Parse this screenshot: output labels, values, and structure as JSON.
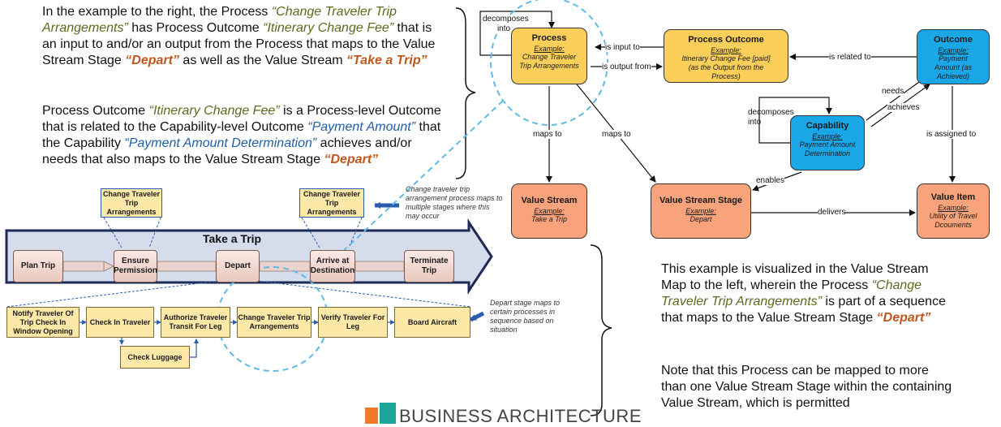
{
  "left_text": {
    "p1": [
      "In the example to the right, the Process ",
      "“Change Traveler Trip Arrangements”",
      " has Process Outcome ",
      "“Itinerary Change Fee”",
      " that is an input to and/or an output from the Process that maps to the Value Stream Stage ",
      "“Depart”",
      " as well as the Value Stream ",
      "“Take a Trip”"
    ],
    "p2": [
      "Process Outcome ",
      "“Itinerary Change Fee”",
      " is a Process-level Outcome that is related to the Capability-level Outcome ",
      "“Payment Amount”",
      " that the Capability ",
      "“Payment Amount Determination”",
      " achieves and/or needs that also maps to the Value Stream Stage ",
      "“Depart”"
    ]
  },
  "right_text": {
    "p1": [
      "This example is visualized in the Value Stream Map to the left, wherein the Process ",
      "“Change Traveler Trip Arrangements”",
      " is part of a sequence that maps to the Value Stream Stage ",
      "“Depart”"
    ],
    "p2": "Note that this Process can be mapped to more than one Value Stream Stage within the containing Value Stream, which is permitted"
  },
  "nodes": {
    "process": {
      "title": "Process",
      "example": "Example:",
      "value": "Change Traveler Trip Arrangements"
    },
    "process_outcome": {
      "title": "Process Outcome",
      "example": "Example:",
      "value": "Itinerary Change Fee [paid] (as the Output from the Process)"
    },
    "outcome": {
      "title": "Outcome",
      "example": "Example:",
      "value": "Payment Amount (as Achieved)"
    },
    "capability": {
      "title": "Capability",
      "example": "Example:",
      "value": "Payment Amount Determination"
    },
    "value_stream": {
      "title": "Value Stream",
      "example": "Example:",
      "value": "Take a Trip"
    },
    "value_stream_stage": {
      "title": "Value Stream Stage",
      "example": "Example:",
      "value": "Depart"
    },
    "value_item": {
      "title": "Value Item",
      "example": "Example:",
      "value": "Utility of Travel Dcouments"
    }
  },
  "edges": {
    "decomposes_into_1": "decomposes into",
    "is_input_to": "is input to",
    "is_output_from": "is output from",
    "is_related_to": "is related to",
    "needs": "needs",
    "achieves": "achieves",
    "decomposes_into_2": "decomposes into",
    "maps_to_1": "maps to",
    "maps_to_2": "maps to",
    "is_assigned_to": "is assigned to",
    "enables": "enables",
    "delivers": "delivers"
  },
  "vsm": {
    "title": "Take a Trip",
    "stages": [
      "Plan Trip",
      "Ensure Permission",
      "Depart",
      "Arrive at Destination",
      "Terminate Trip"
    ],
    "top_callouts": [
      "Change Traveler Trip Arrangements",
      "Change Traveler Trip Arrangements"
    ],
    "note_top": "Change traveler trip arrangement process maps to multiple stages where this may occur",
    "processes": [
      "Notify Traveler Of Trip Check In Window Opening",
      "Check In Traveler",
      "Authorize Traveler Transit For Leg",
      "Change Traveler Trip Arrangements",
      "Verify Traveler For Leg",
      "Board Aircraft"
    ],
    "check_luggage": "Check Luggage",
    "note_bottom": "Depart stage maps to certain processes in sequence based on situation"
  },
  "brand": {
    "name": "BUSINESS ARCHITECTURE",
    "colors": [
      "#f07a2a",
      "#1aa79a"
    ]
  }
}
